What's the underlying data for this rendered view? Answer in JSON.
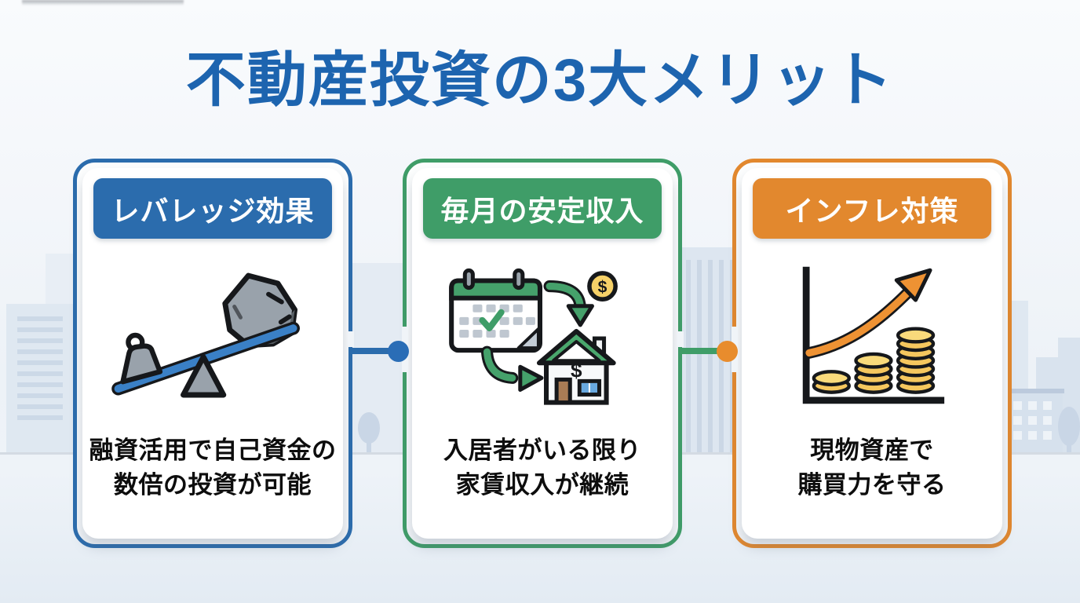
{
  "page": {
    "title": "不動産投資の3大メリット",
    "title_color": "#1d64af",
    "background_top": "#f9fbfd",
    "background_bottom": "#e3ebf3",
    "backdrop": "city-skyline-silhouette"
  },
  "cards": [
    {
      "id": "leverage",
      "header": "レバレッジ効果",
      "body": [
        "融資活用で自己資金の",
        "数倍の投資が可能"
      ],
      "accent": "#2b6cad",
      "icon": "seesaw-lever-rock-icon"
    },
    {
      "id": "stable-income",
      "header": "毎月の安定収入",
      "body": [
        "入居者がいる限り",
        "家賃収入が継続"
      ],
      "accent": "#3f9d68",
      "icon": "calendar-rent-house-icon"
    },
    {
      "id": "inflation-hedge",
      "header": "インフレ対策",
      "body": [
        "現物資産で",
        "購買力を守る"
      ],
      "accent": "#e2882e",
      "icon": "rising-coin-chart-icon"
    }
  ],
  "connectors": [
    {
      "line_color": "#2b6cad",
      "dot_color": "#2a6db6"
    },
    {
      "line_color": "#3f9d68",
      "dot_color": "#e88c2d"
    }
  ]
}
